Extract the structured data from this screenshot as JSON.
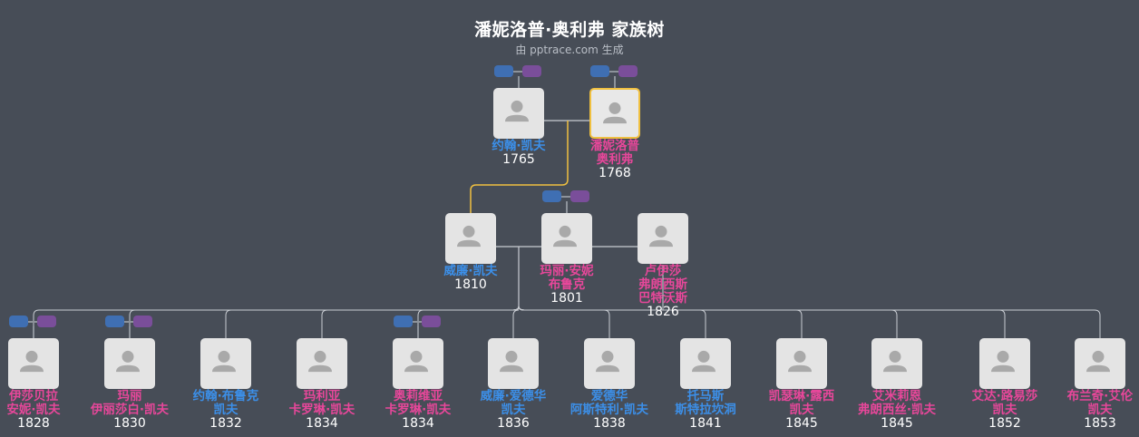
{
  "header": {
    "title": "潘妮洛普·奥利弗 家族树",
    "subtitle": "由 pptrace.com 生成"
  },
  "colors": {
    "male": "#3c8fe8",
    "female": "#e7479a",
    "year": "#ffffff",
    "highlight": "#f0c040",
    "link": "#c9cdd3",
    "highlight_link": "#f0c040"
  },
  "people": [
    {
      "id": "john_k",
      "lines": [
        "约翰·凯夫"
      ],
      "year": "1765",
      "gender": "male",
      "icon": "person-silhouette-icon"
    },
    {
      "id": "penelope",
      "lines": [
        "潘妮洛普",
        "奥利弗"
      ],
      "year": "1768",
      "gender": "female",
      "highlighted": true,
      "icon": "person-silhouette-icon"
    },
    {
      "id": "william",
      "lines": [
        "威廉·凯夫"
      ],
      "year": "1810",
      "gender": "male",
      "icon": "person-silhouette-icon"
    },
    {
      "id": "mary_ann",
      "lines": [
        "玛丽·安妮",
        "布鲁克"
      ],
      "year": "1801",
      "gender": "female",
      "icon": "person-silhouette-icon"
    },
    {
      "id": "louisa",
      "lines": [
        "卢伊莎",
        "弗朗西斯",
        "巴特沃斯"
      ],
      "year": "1826",
      "gender": "female",
      "icon": "person-silhouette-icon"
    },
    {
      "id": "c1",
      "lines": [
        "伊莎贝拉",
        "安妮·凯夫"
      ],
      "year": "1828",
      "gender": "female",
      "icon": "person-silhouette-icon"
    },
    {
      "id": "c2",
      "lines": [
        "玛丽",
        "伊丽莎白·凯夫"
      ],
      "year": "1830",
      "gender": "female",
      "icon": "person-silhouette-icon"
    },
    {
      "id": "c3",
      "lines": [
        "约翰·布鲁克",
        "凯夫"
      ],
      "year": "1832",
      "gender": "male",
      "icon": "person-silhouette-icon"
    },
    {
      "id": "c4",
      "lines": [
        "玛利亚",
        "卡罗琳·凯夫"
      ],
      "year": "1834",
      "gender": "female",
      "icon": "person-silhouette-icon"
    },
    {
      "id": "c5",
      "lines": [
        "奥莉维亚",
        "卡罗琳·凯夫"
      ],
      "year": "1834",
      "gender": "female",
      "icon": "person-silhouette-icon"
    },
    {
      "id": "c6",
      "lines": [
        "威廉·爱德华",
        "凯夫"
      ],
      "year": "1836",
      "gender": "male",
      "icon": "person-silhouette-icon"
    },
    {
      "id": "c7",
      "lines": [
        "爱德华",
        "阿斯特利·凯夫"
      ],
      "year": "1838",
      "gender": "male",
      "icon": "person-silhouette-icon"
    },
    {
      "id": "c8",
      "lines": [
        "托马斯",
        "斯特拉坎洞"
      ],
      "year": "1841",
      "gender": "male",
      "icon": "person-silhouette-icon"
    },
    {
      "id": "c9",
      "lines": [
        "凯瑟琳·露西",
        "凯夫"
      ],
      "year": "1845",
      "gender": "female",
      "icon": "person-silhouette-icon"
    },
    {
      "id": "c10",
      "lines": [
        "艾米莉恩",
        "弗朗西丝·凯夫"
      ],
      "year": "1845",
      "gender": "female",
      "icon": "person-silhouette-icon"
    },
    {
      "id": "c11",
      "lines": [
        "艾达·路易莎",
        "凯夫"
      ],
      "year": "1852",
      "gender": "female",
      "icon": "person-silhouette-icon"
    },
    {
      "id": "c12",
      "lines": [
        "布兰奇·艾伦",
        "凯夫"
      ],
      "year": "1853",
      "gender": "female",
      "icon": "person-silhouette-icon"
    }
  ],
  "relations": {
    "couples": [
      [
        "john_k",
        "penelope"
      ],
      [
        "mary_ann",
        "william"
      ],
      [
        "william",
        "louisa"
      ]
    ],
    "parent_child": [
      {
        "parents": [
          "john_k",
          "penelope"
        ],
        "children": [
          "william"
        ]
      },
      {
        "parents": [
          "william",
          "mary_ann",
          "louisa"
        ],
        "children": [
          "c1",
          "c2",
          "c3",
          "c4",
          "c5",
          "c6",
          "c7",
          "c8",
          "c9",
          "c10",
          "c11",
          "c12"
        ]
      }
    ]
  },
  "spouse_badges": [
    "john_k",
    "penelope",
    "mary_ann",
    "c1",
    "c2",
    "c5"
  ]
}
